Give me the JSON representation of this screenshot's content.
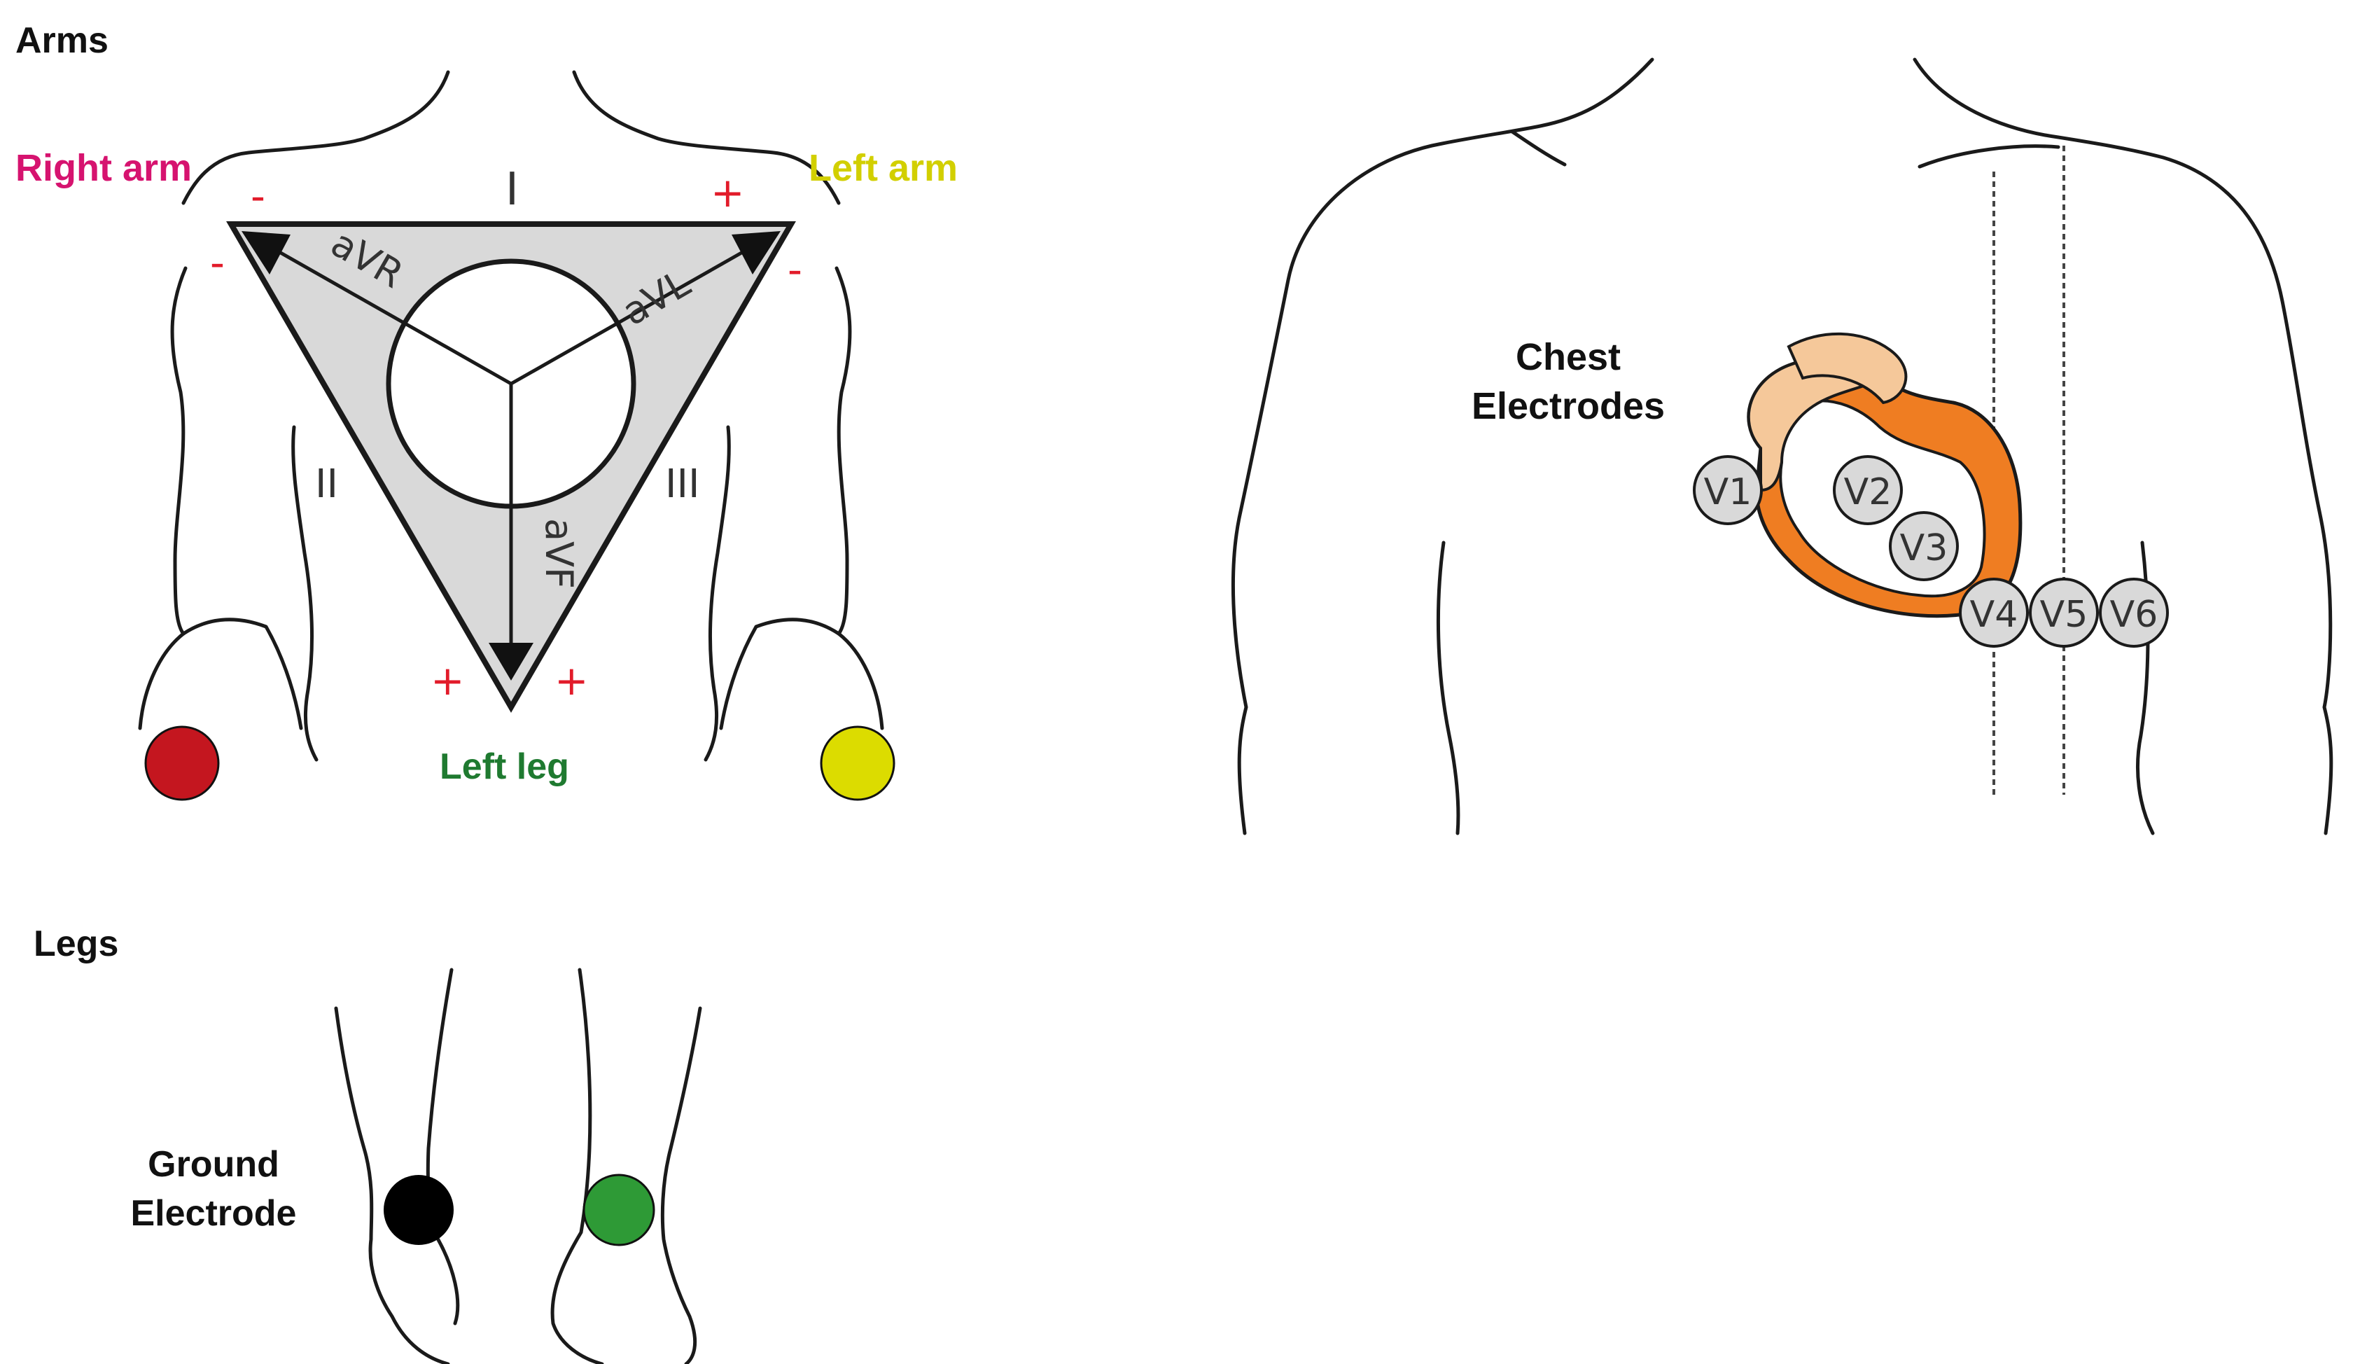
{
  "sections": {
    "arms": "Arms",
    "legs": "Legs"
  },
  "limb_labels": {
    "right_arm": "Right arm",
    "left_arm": "Left arm",
    "left_leg": "Left leg"
  },
  "einthoven": {
    "lead_I": "I",
    "lead_II": "II",
    "lead_III": "III",
    "aVR": "aVR",
    "aVL": "aVL",
    "aVF": "aVF",
    "minus": "-",
    "plus": "+"
  },
  "chest": {
    "label_line1": "Chest",
    "label_line2": "Electrodes",
    "electrodes": [
      "V1",
      "V2",
      "V3",
      "V4",
      "V5",
      "V6"
    ]
  },
  "ground": {
    "label_line1": "Ground",
    "label_line2": "Electrode"
  },
  "colors": {
    "right_arm": "#c4161f",
    "left_arm": "#dcdc00",
    "left_leg": "#2e9a36",
    "ground": "#000000",
    "right_arm_text": "#d6136f",
    "left_arm_text": "#d2cf00",
    "left_leg_text": "#1f7a30",
    "polarity": "#e21b2a",
    "heart_outer": "#f5c89a",
    "heart_inner": "#ef7d22",
    "electrode_fill": "#d9d9d9"
  }
}
